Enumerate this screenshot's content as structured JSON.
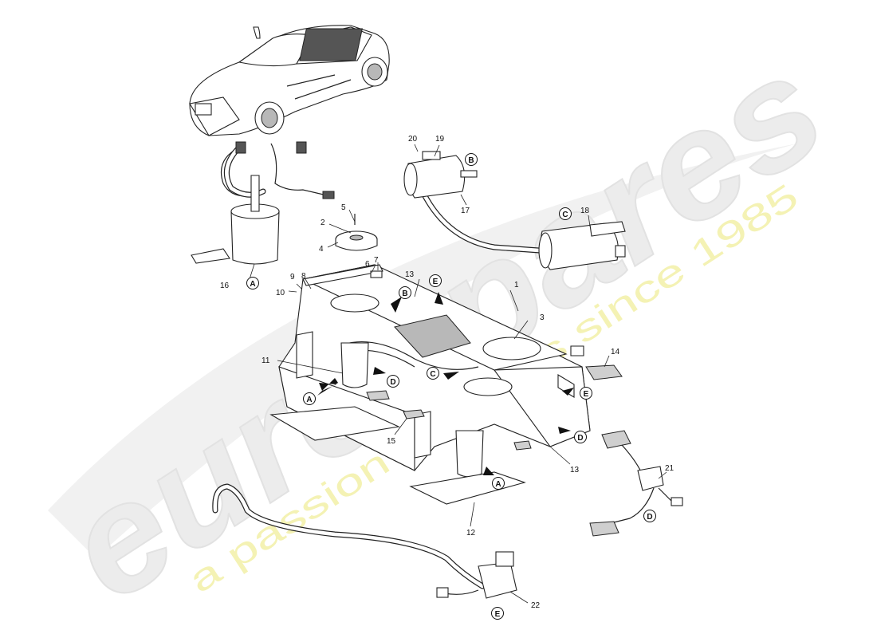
{
  "watermark": {
    "brand": "eurospares",
    "tagline": "a passion for parts since 1985"
  },
  "part_labels": [
    "1",
    "2",
    "3",
    "4",
    "5",
    "6",
    "7",
    "8",
    "9",
    "10",
    "11",
    "12",
    "13",
    "13",
    "14",
    "15",
    "16",
    "17",
    "18",
    "19",
    "20",
    "21",
    "22"
  ],
  "callout_letters": [
    "A",
    "B",
    "C",
    "D",
    "E"
  ],
  "colors": {
    "line": "#222222",
    "watermark_grey": "#e9e9e9",
    "watermark_yellow": "#f2f0a8"
  }
}
